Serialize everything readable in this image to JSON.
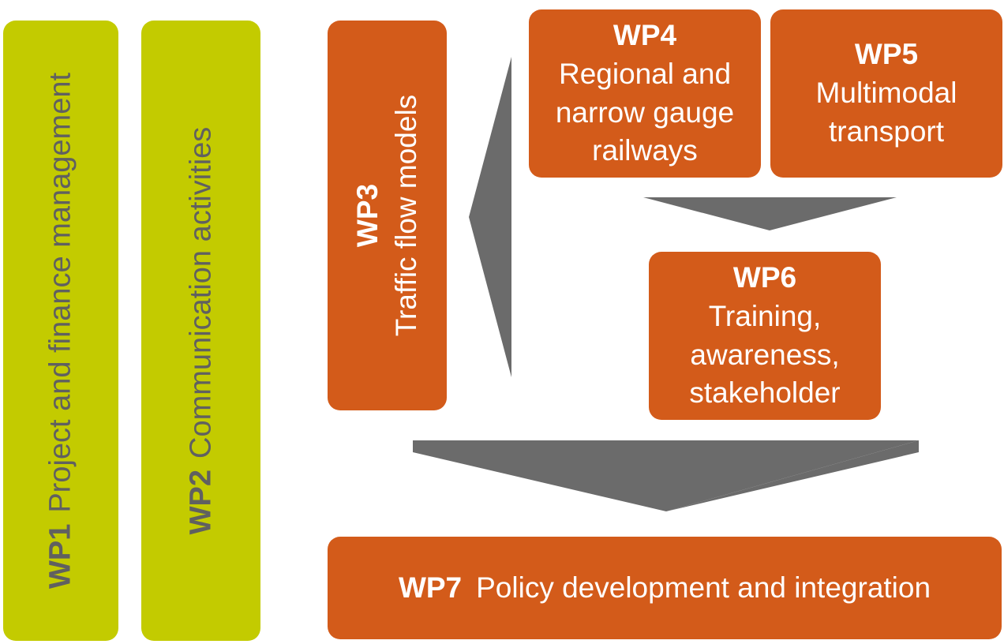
{
  "colors": {
    "green_box": "#c3cb00",
    "green_text": "#606060",
    "orange_box": "#d35b1a",
    "orange_text": "#ffffff",
    "arrow": "#6b6b6b"
  },
  "work_packages": {
    "wp1": {
      "code": "WP1",
      "title": "Project and finance management"
    },
    "wp2": {
      "code": "WP2",
      "title": "Communication activities"
    },
    "wp3": {
      "code": "WP3",
      "title": "Traffic flow models"
    },
    "wp4": {
      "code": "WP4",
      "lines": [
        "Regional and",
        "narrow gauge",
        "railways"
      ]
    },
    "wp5": {
      "code": "WP5",
      "lines": [
        "Multimodal",
        "transport"
      ]
    },
    "wp6": {
      "code": "WP6",
      "lines": [
        "Training,",
        "awareness,",
        "stakeholder"
      ]
    },
    "wp7": {
      "code": "WP7",
      "title": "Policy development and integration"
    }
  }
}
